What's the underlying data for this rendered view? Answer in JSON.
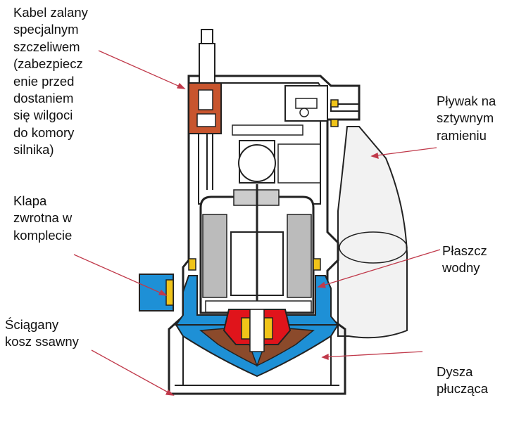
{
  "labels": {
    "cable": [
      "Kabel zalany",
      "specjalnym",
      "szczeliwem",
      "(zabezpiecz",
      "enie przed",
      "dostaniem",
      "się wilgoci",
      "do komory",
      "silnika)"
    ],
    "float": [
      "Pływak na",
      "sztywnym",
      "ramieniu"
    ],
    "check_valve": [
      "Klapa",
      "zwrotna w",
      "komplecie"
    ],
    "water_jacket": [
      "Płaszcz",
      "wodny"
    ],
    "strainer": [
      "Ściągany",
      "kosz ssawny"
    ],
    "nozzle": [
      "Dysza",
      "płucząca"
    ]
  },
  "colors": {
    "outline": "#222222",
    "water": "#1e90d6",
    "impeller": "#8b4a2b",
    "seal": "#e0141b",
    "cable_seal": "#c8552e",
    "ring": "#f0c419",
    "leader": "#c0394a",
    "float": "#f2f2f2"
  }
}
